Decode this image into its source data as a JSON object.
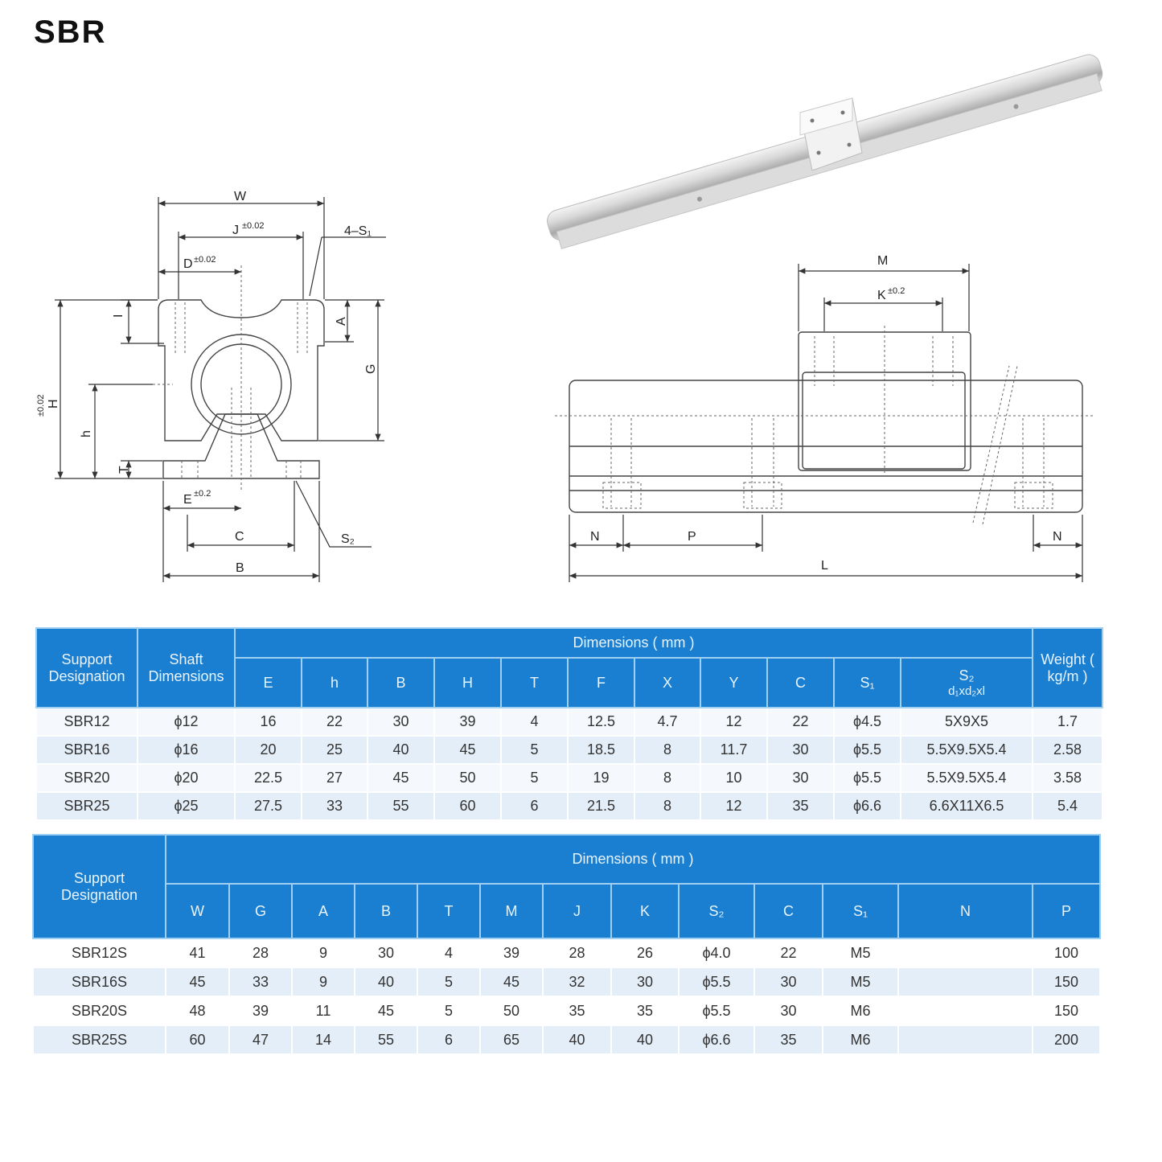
{
  "title": "SBR",
  "side_drawing": {
    "W": "W",
    "J": "J",
    "J_tol": "±0.02",
    "S1_holes": "4–S₁",
    "D": "D",
    "D_tol": "±0.02",
    "I": "I",
    "A": "A",
    "G": "G",
    "H": "H",
    "H_tol": "±0.02",
    "h": "h",
    "T": "T",
    "E": "E",
    "E_tol": "±0.2",
    "C": "C",
    "B": "B",
    "S2": "S₂"
  },
  "front_drawing": {
    "M": "M",
    "K": "K",
    "K_tol": "±0.2",
    "N_left": "N",
    "P": "P",
    "N_right": "N",
    "L": "L"
  },
  "table1": {
    "group_header": "Dimensions ( mm )",
    "col_support": "Support Designation",
    "col_shaft": "Shaft Dimensions",
    "dim_cols": [
      "E",
      "h",
      "B",
      "H",
      "T",
      "F",
      "X",
      "Y",
      "C",
      "S₁"
    ],
    "col_s2": "S₂",
    "col_s2_sub": "d₁xd₂xl",
    "col_weight": "Weight ( kg/m )",
    "rows": [
      [
        "SBR12",
        "ϕ12",
        "16",
        "22",
        "30",
        "39",
        "4",
        "12.5",
        "4.7",
        "12",
        "22",
        "ϕ4.5",
        "5X9X5",
        "1.7"
      ],
      [
        "SBR16",
        "ϕ16",
        "20",
        "25",
        "40",
        "45",
        "5",
        "18.5",
        "8",
        "11.7",
        "30",
        "ϕ5.5",
        "5.5X9.5X5.4",
        "2.58"
      ],
      [
        "SBR20",
        "ϕ20",
        "22.5",
        "27",
        "45",
        "50",
        "5",
        "19",
        "8",
        "10",
        "30",
        "ϕ5.5",
        "5.5X9.5X5.4",
        "3.58"
      ],
      [
        "SBR25",
        "ϕ25",
        "27.5",
        "33",
        "55",
        "60",
        "6",
        "21.5",
        "8",
        "12",
        "35",
        "ϕ6.6",
        "6.6X11X6.5",
        "5.4"
      ]
    ]
  },
  "table2": {
    "group_header": "Dimensions ( mm )",
    "col_support": "Support Designation",
    "dim_cols": [
      "W",
      "G",
      "A",
      "B",
      "T",
      "M",
      "J",
      "K",
      "S₂",
      "C",
      "S₁",
      "N",
      "P"
    ],
    "rows": [
      [
        "SBR12S",
        "41",
        "28",
        "9",
        "30",
        "4",
        "39",
        "28",
        "26",
        "ϕ4.0",
        "22",
        "M5",
        "",
        "100"
      ],
      [
        "SBR16S",
        "45",
        "33",
        "9",
        "40",
        "5",
        "45",
        "32",
        "30",
        "ϕ5.5",
        "30",
        "M5",
        "",
        "150"
      ],
      [
        "SBR20S",
        "48",
        "39",
        "11",
        "45",
        "5",
        "50",
        "35",
        "35",
        "ϕ5.5",
        "30",
        "M6",
        "",
        "150"
      ],
      [
        "SBR25S",
        "60",
        "47",
        "14",
        "55",
        "6",
        "65",
        "40",
        "40",
        "ϕ6.6",
        "35",
        "M6",
        "",
        "200"
      ]
    ]
  },
  "colors": {
    "header_blue": "#1a7fd0",
    "row_alt": "#e4eef9"
  }
}
